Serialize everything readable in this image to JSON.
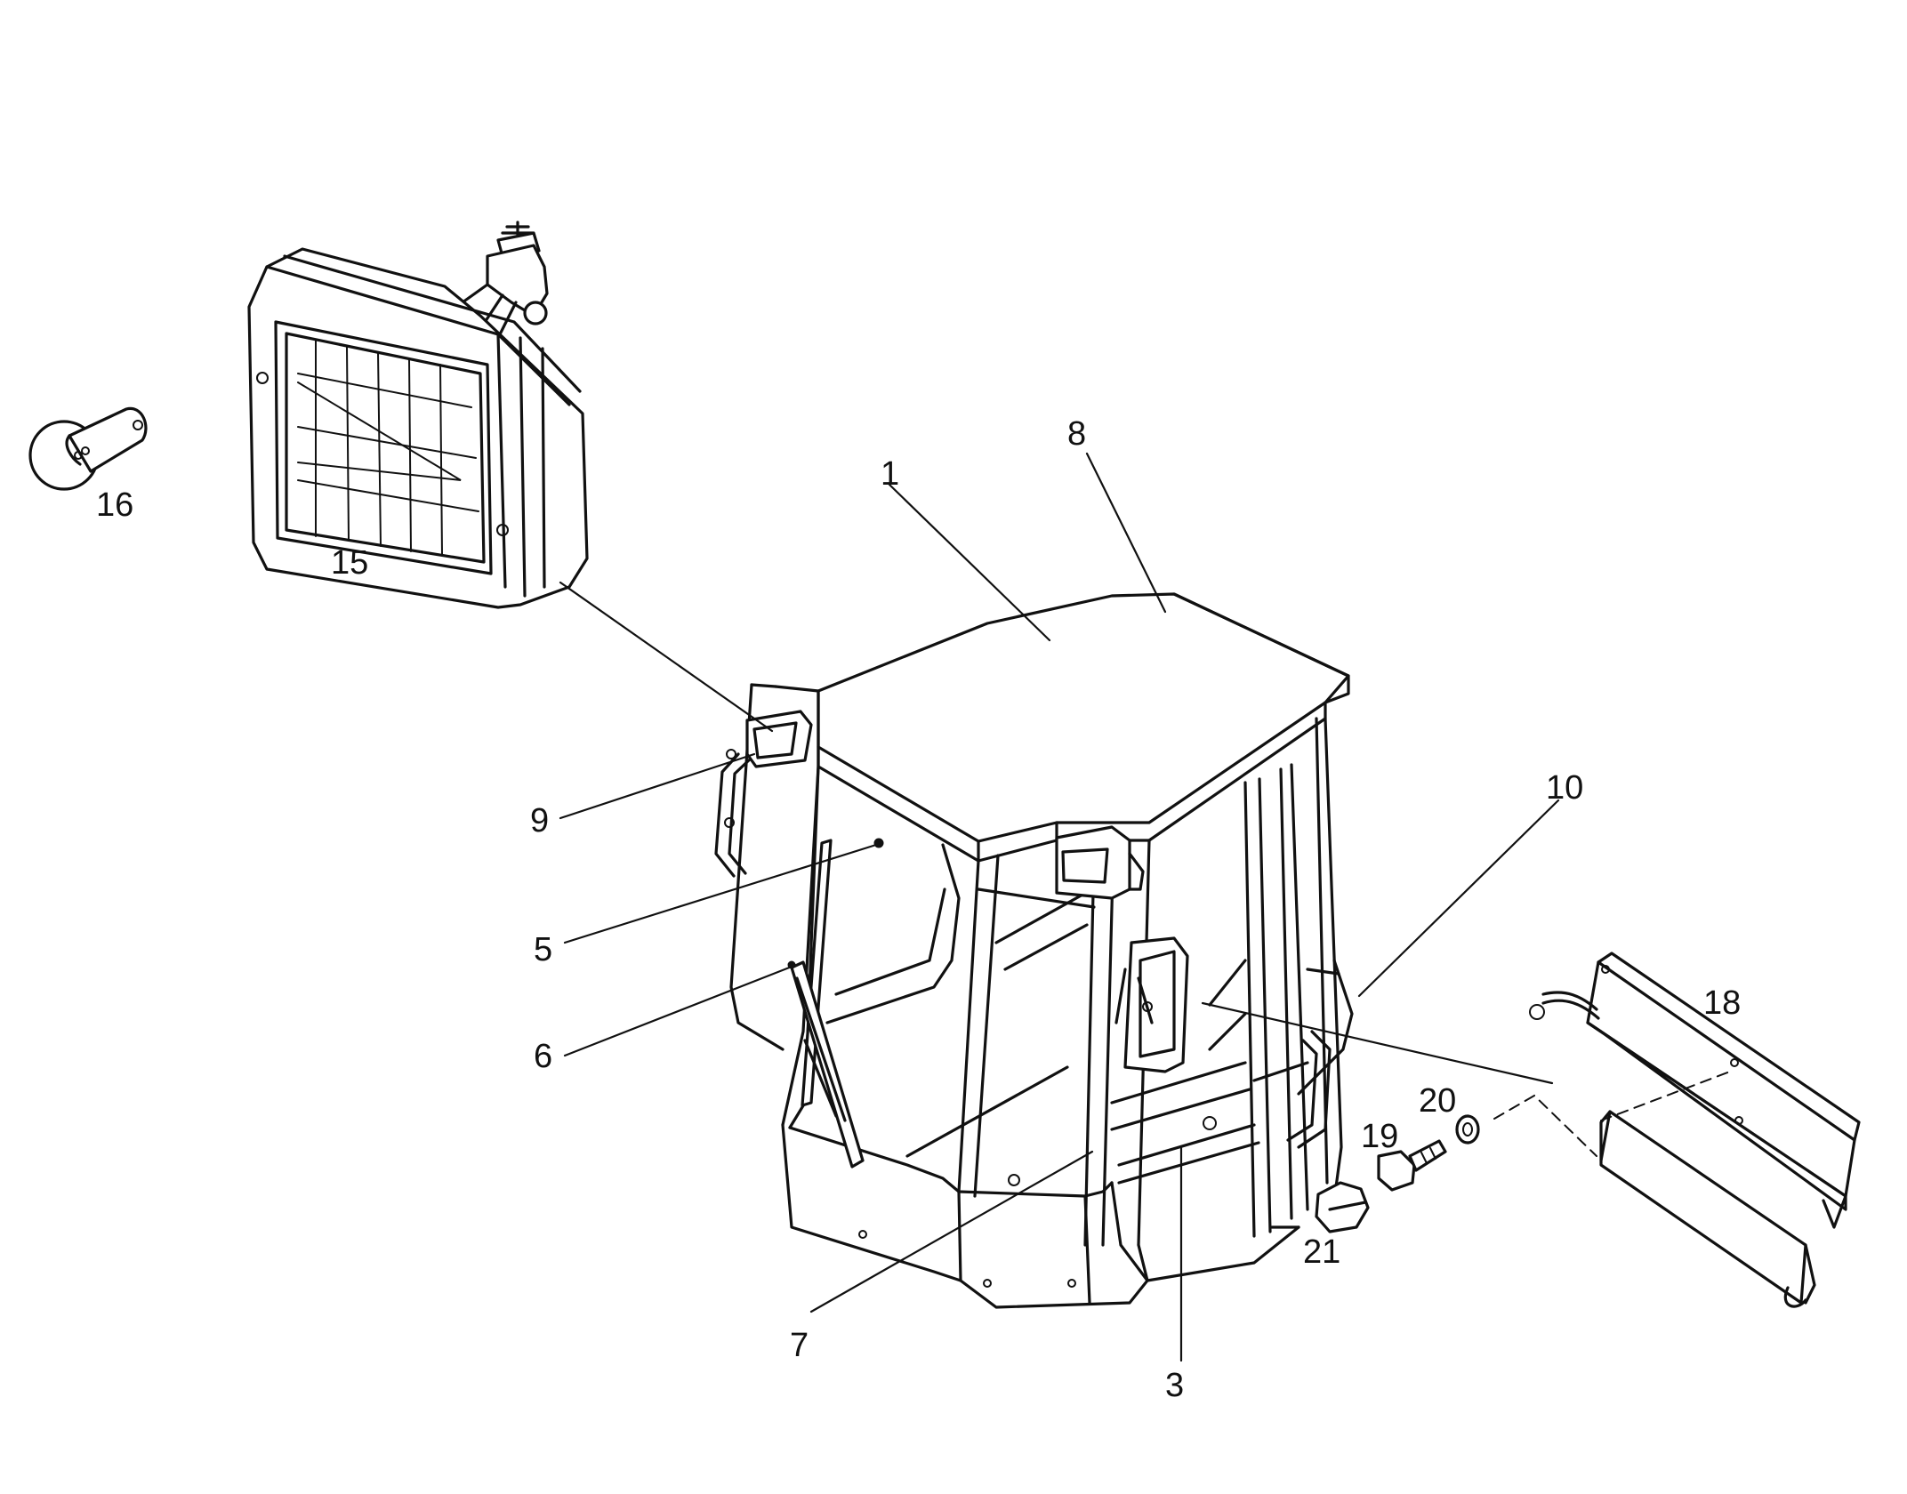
{
  "callouts": {
    "c1": "1",
    "c3": "3",
    "c5": "5",
    "c6": "6",
    "c7": "7",
    "c8": "8",
    "c9": "9",
    "c10": "10",
    "c15": "15",
    "c16": "16",
    "c18": "18",
    "c19": "19",
    "c20": "20",
    "c21": "21"
  }
}
